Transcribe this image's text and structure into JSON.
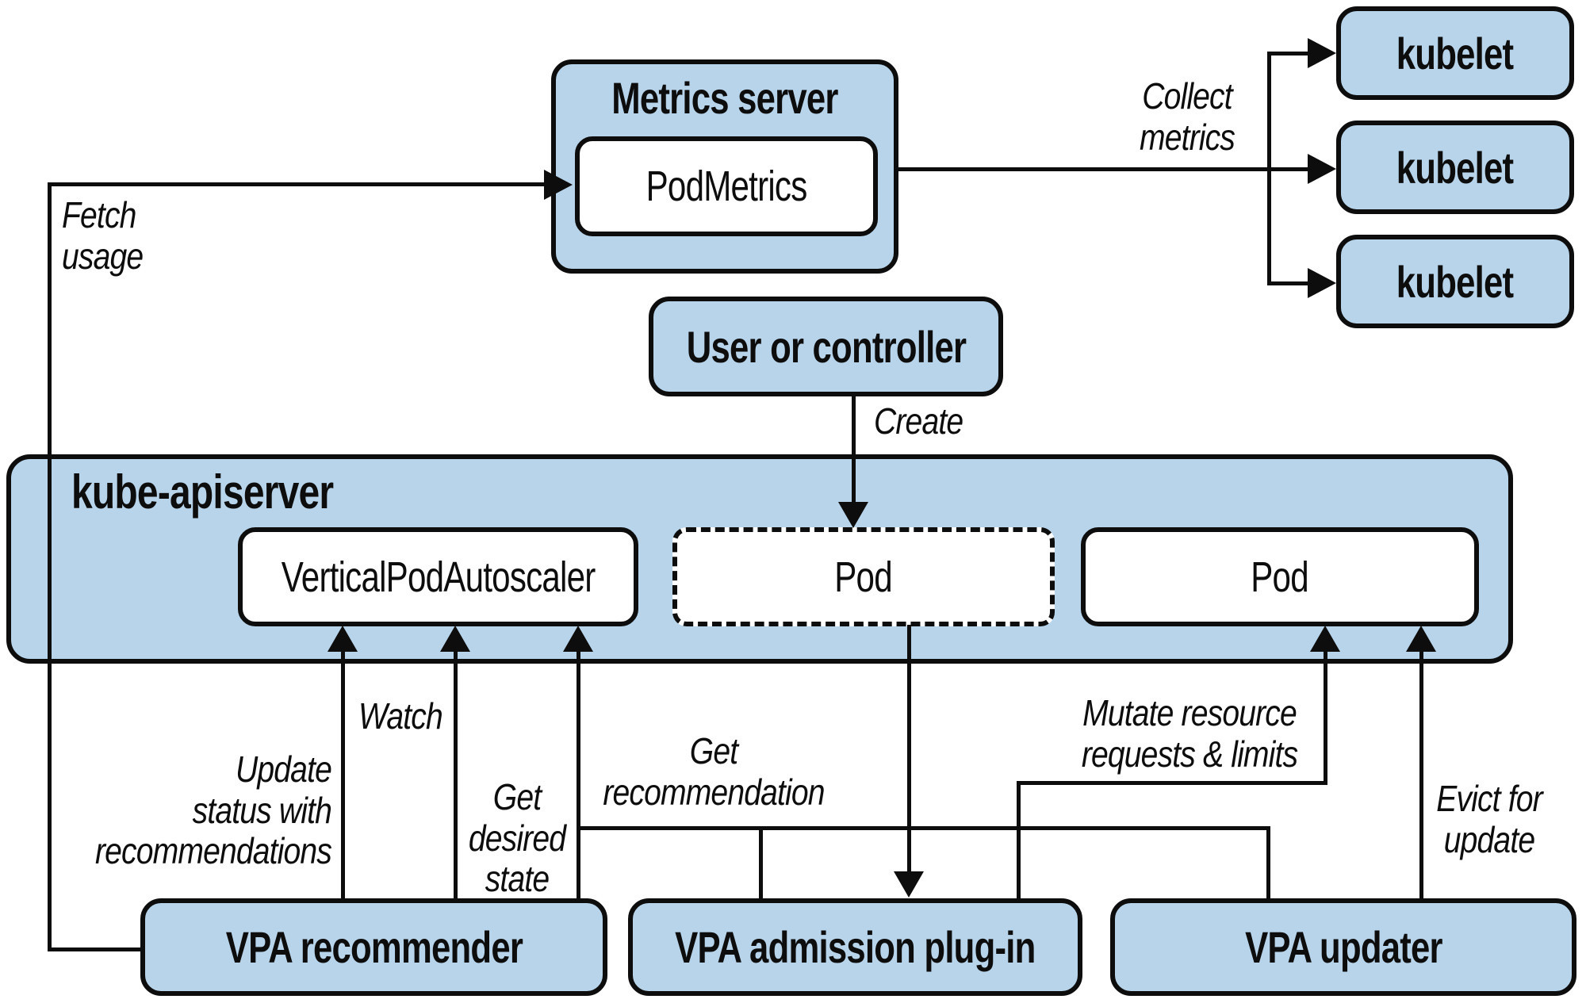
{
  "diagram": {
    "title_hint": "Kubernetes Vertical Pod Autoscaler architecture",
    "background_color": "#ffffff",
    "node_fill_color": "#b8d4ea",
    "line_color": "#0d0d0d"
  },
  "nodes": {
    "metrics_server": "Metrics server",
    "podmetrics": "PodMetrics",
    "kubelet_1": "kubelet",
    "kubelet_2": "kubelet",
    "kubelet_3": "kubelet",
    "user_or_controller": "User or controller",
    "kube_apiserver": "kube-apiserver",
    "verticalpodautoscaler": "VerticalPodAutoscaler",
    "pod_pending": "Pod",
    "pod_running": "Pod",
    "vpa_recommender": "VPA recommender",
    "vpa_admission_plugin": "VPA admission plug-in",
    "vpa_updater": "VPA updater"
  },
  "edge_labels": {
    "fetch_usage": "Fetch\nusage",
    "collect_metrics": "Collect\nmetrics",
    "create": "Create",
    "watch": "Watch",
    "update_status": "Update\nstatus with\nrecommendations",
    "get_desired_state": "Get\ndesired\nstate",
    "get_recommendation": "Get\nrecommendation",
    "mutate": "Mutate resource\nrequests & limits",
    "evict_for_update": "Evict for\nupdate"
  }
}
